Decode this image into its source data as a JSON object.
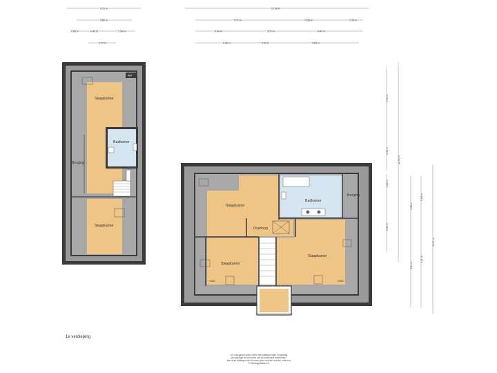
{
  "dimensions_left": {
    "row1": "5.21 m",
    "row2": "4.60 m",
    "row3": [
      "0.86 m",
      "1.45 m",
      "1.99 m"
    ],
    "row4": "2.27 m"
  },
  "dimensions_right": {
    "row1": "12.58 m",
    "row2": [
      "5.77 m",
      "4.28 m",
      "1.33 m"
    ],
    "row3": [
      "2.49 m",
      "3.27 m",
      "4.47 m"
    ],
    "row4": [
      "4.36 m",
      "2.09 m",
      "3.64 m"
    ]
  },
  "dimensions_vertical": {
    "a": "4.53 m",
    "b": "2.49 m",
    "c": "1.60 m",
    "d": "12.64 m",
    "e": "3.96 m",
    "f": "4.29 m",
    "g": "2.63 m",
    "h": "3.61 m",
    "i": "3.11 m",
    "j": "10.57 m"
  },
  "rooms_left": {
    "slaapkamer_top": "Slaapkamer",
    "badkamer": "Badkamer",
    "berging": "Berging",
    "slaapkamer_bottom": "Slaapkamer",
    "wm": "WM"
  },
  "rooms_right": {
    "slaapkamer_tl": "Slaapkamer",
    "badkamer": "Badkamer",
    "berging": "Berging",
    "overloop": "Overloop",
    "slaapkamer_bl": "Slaapkamer",
    "slaapkamer_br": "Slaapkamer",
    "height_bl": "+1500",
    "height_br": "+1500"
  },
  "floor_label": "1e verdieping",
  "footer": [
    "Dit Voorgaand staan heeft hele plattegronden zorgvuldig",
    "vervaardigd ten behoeve van promotionele doeleinden.",
    "Aan deze plattegronden kunnen geen rechten worden ontleend.",
    "© Woningplaatsen.nl"
  ],
  "colors": {
    "wall": "#3a3a3a",
    "under_roof": "#9a9a9a",
    "room": "#eec585",
    "bathroom": "#d6e6f1",
    "stairs": "#ffffff"
  }
}
